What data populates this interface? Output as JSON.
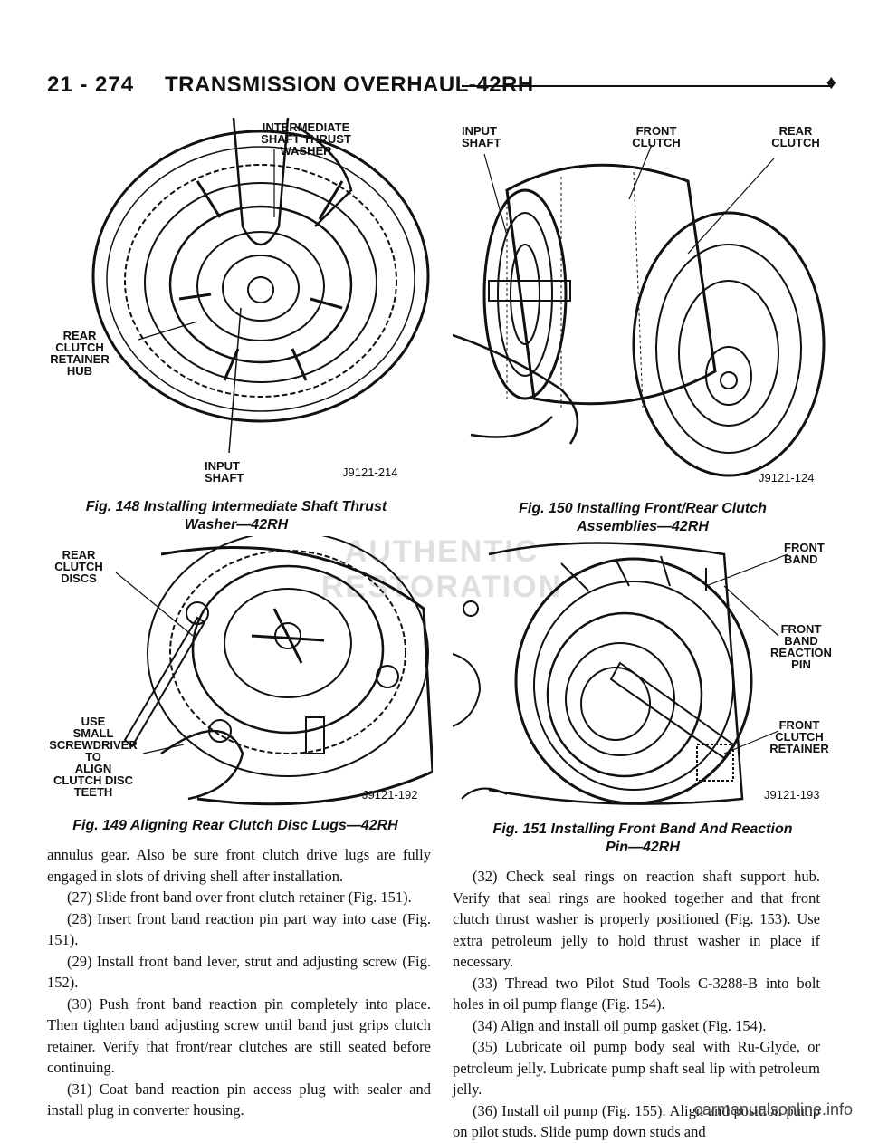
{
  "header": {
    "page_number": "21 - 274",
    "title": "TRANSMISSION OVERHAUL-42RH",
    "marker": "♦"
  },
  "figures": {
    "fig148": {
      "caption_line1": "Fig. 148 Installing Intermediate Shaft Thrust",
      "caption_line2": "Washer—42RH",
      "code": "J9121-214",
      "labels": {
        "thrust_washer": [
          "INTERMEDIATE",
          "SHAFT THRUST",
          "WASHER"
        ],
        "retainer_hub": [
          "REAR",
          "CLUTCH",
          "RETAINER",
          "HUB"
        ],
        "input_shaft": [
          "INPUT",
          "SHAFT"
        ]
      }
    },
    "fig150": {
      "caption_line1": "Fig. 150 Installing Front/Rear Clutch",
      "caption_line2": "Assemblies—42RH",
      "code": "J9121-124",
      "labels": {
        "input_shaft": [
          "INPUT",
          "SHAFT"
        ],
        "front_clutch": [
          "FRONT",
          "CLUTCH"
        ],
        "rear_clutch": [
          "REAR",
          "CLUTCH"
        ]
      }
    },
    "fig149": {
      "caption": "Fig. 149 Aligning Rear Clutch Disc Lugs—42RH",
      "code": "J9121-192",
      "labels": {
        "discs": [
          "REAR",
          "CLUTCH",
          "DISCS"
        ],
        "screwdriver": [
          "USE",
          "SMALL",
          "SCREWDRIVER",
          "TO",
          "ALIGN",
          "CLUTCH DISC",
          "TEETH"
        ]
      }
    },
    "fig151": {
      "caption_line1": "Fig. 151 Installing Front Band And Reaction",
      "caption_line2": "Pin—42RH",
      "code": "J9121-193",
      "labels": {
        "front_band": [
          "FRONT",
          "BAND"
        ],
        "reaction_pin": [
          "FRONT",
          "BAND",
          "REACTION",
          "PIN"
        ],
        "clutch_retainer": [
          "FRONT",
          "CLUTCH",
          "RETAINER"
        ]
      }
    }
  },
  "watermark": "AUTHENTIC RESTORATION",
  "left_column": [
    "annulus gear. Also be sure front clutch drive lugs are fully engaged in slots of driving shell after installa­tion.",
    "(27) Slide front band over front clutch retainer (Fig. 151).",
    "(28) Insert front band reaction pin part way into case (Fig. 151).",
    "(29) Install front band lever, strut and adjusting screw (Fig. 152).",
    "(30) Push front band reaction pin completely into place. Then tighten band adjusting screw until band just grips clutch retainer. Verify that front/rear clutches are still seated before continuing.",
    "(31) Coat band reaction pin access plug with sealer and install plug in converter housing."
  ],
  "right_column": [
    "(32) Check seal rings on reaction shaft support hub. Verify that seal rings are hooked together and that front clutch thrust washer is properly positioned (Fig. 153). Use extra petroleum jelly to hold thrust washer in place if necessary.",
    "(33) Thread two Pilot Stud Tools C-3288-B into bolt holes in oil pump flange (Fig. 154).",
    "(34) Align and install oil pump gasket (Fig. 154).",
    "(35) Lubricate oil pump body seal with Ru-Glyde, or petroleum jelly. Lubricate pump shaft seal lip with petroleum jelly.",
    "(36) Install oil pump (Fig. 155). Align and position pump on pilot studs. Slide pump down studs and"
  ],
  "footer": "carmanualsonline.info"
}
